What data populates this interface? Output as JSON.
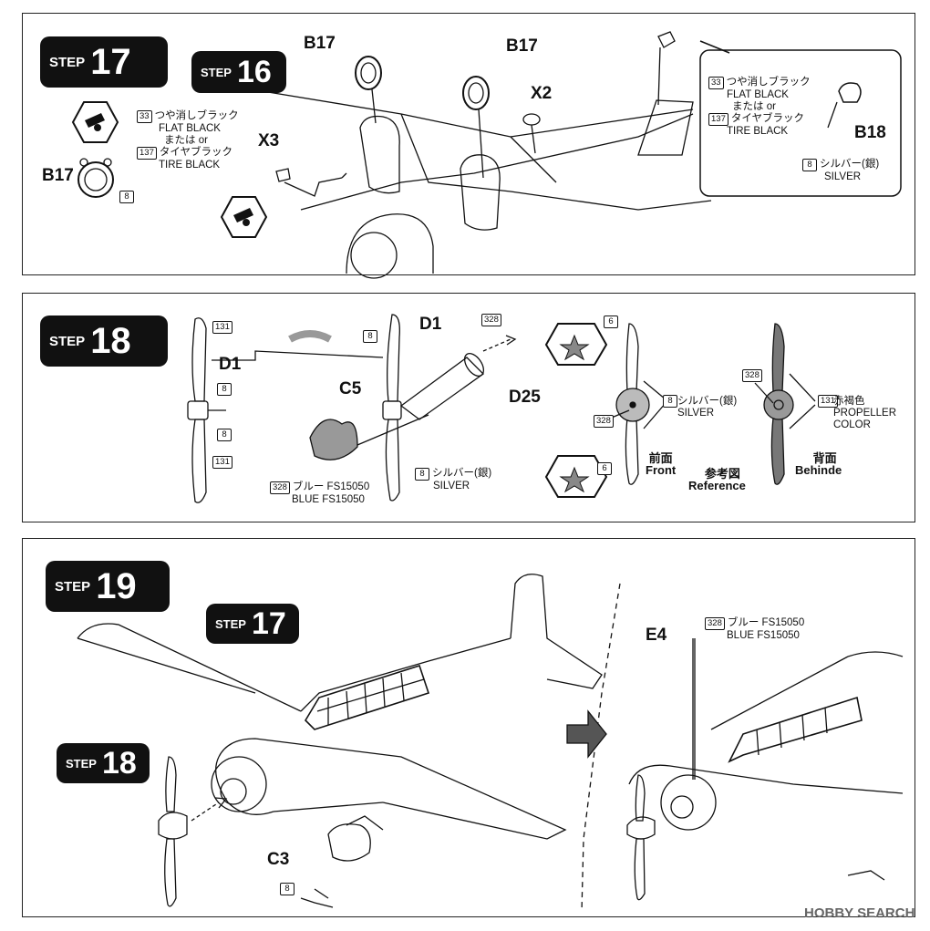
{
  "step17": {
    "step_word": "STEP",
    "step_number": "17",
    "sub_step_number": "16",
    "labels": {
      "b17_a": "B17",
      "b17_b": "B17",
      "b17_left": "B17",
      "x2": "X2",
      "x3": "X3",
      "b18": "B18"
    },
    "paint_left": {
      "code1": "33",
      "jp1": "つや消しブラック",
      "en1": "FLAT BLACK",
      "or_line": "または  or",
      "code2": "137",
      "jp2": "タイヤブラック",
      "en2": "TIRE BLACK",
      "code3": "8"
    },
    "paint_right": {
      "code1": "33",
      "jp1": "つや消しブラック",
      "en1": "FLAT BLACK",
      "or_line": "または  or",
      "code2": "137",
      "jp2": "タイヤブラック",
      "en2": "TIRE BLACK",
      "code3": "8",
      "jp3": "シルバー(銀)",
      "en3": "SILVER"
    }
  },
  "step18": {
    "step_word": "STEP",
    "step_number": "18",
    "labels": {
      "d1_a": "D1",
      "d1_b": "D1",
      "c5": "C5",
      "d25": "D25"
    },
    "codes": {
      "c131_top": "131",
      "c8_a": "8",
      "c8_b": "8",
      "c131_bot": "131",
      "c8_prop": "8",
      "c328_spinner": "328",
      "c6_top": "6",
      "c6_bot": "6",
      "c8_front": "8",
      "c328_front": "328",
      "c328_back": "328",
      "c131_back": "131"
    },
    "blue": {
      "code": "328",
      "jp": "ブルー FS15050",
      "en": "BLUE FS15050"
    },
    "silver": {
      "code": "8",
      "jp": "シルバー(銀)",
      "en": "SILVER"
    },
    "front_silver": {
      "jp": "シルバー(銀)",
      "en": "SILVER"
    },
    "prop_color": {
      "jp": "赤褐色",
      "en1": "PROPELLER",
      "en2": "COLOR"
    },
    "front": {
      "jp": "前面",
      "en": "Front"
    },
    "reference": {
      "jp": "参考図",
      "en": "Reference"
    },
    "back": {
      "jp": "背面",
      "en": "Behinde"
    }
  },
  "step19": {
    "step_word": "STEP",
    "step_number": "19",
    "sub17": "17",
    "sub18": "18",
    "labels": {
      "c3": "C3",
      "e4": "E4"
    },
    "c3_code": "8",
    "blue": {
      "code": "328",
      "jp": "ブルー FS15050",
      "en": "BLUE FS15050"
    }
  },
  "watermark": "HOBBY SEARCH",
  "colors": {
    "ink": "#111111",
    "blue_gray": "#999999",
    "prop_gray": "#777777"
  }
}
